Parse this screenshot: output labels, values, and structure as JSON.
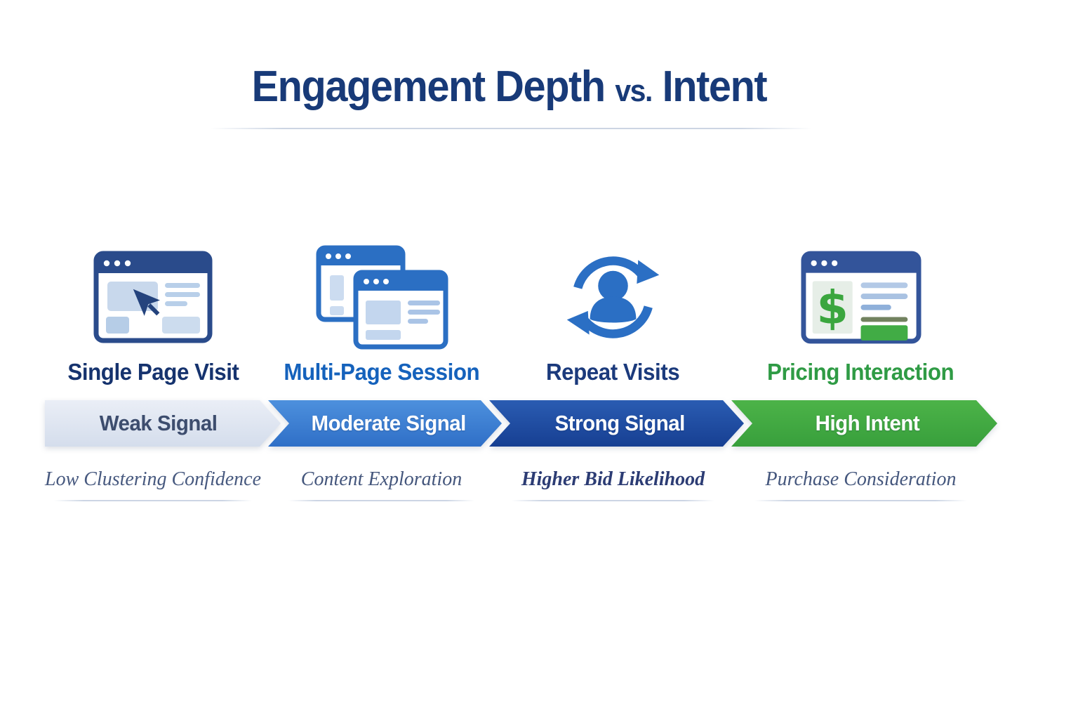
{
  "title": {
    "lead": "Engagement Depth",
    "vs": "vs.",
    "tail": "Intent"
  },
  "colors": {
    "background": "#ffffff",
    "title_text": "#183a78",
    "divider": "#ccd5e3",
    "underline": "#ccd5e4"
  },
  "stages": [
    {
      "icon": "single-page-browser-icon",
      "label": "Single Page Visit",
      "label_color": "#16336e",
      "signal": "Weak Signal",
      "signal_text": "#3d4d6e",
      "bar_top": "#eaeef6",
      "bar_bottom": "#d4ddec",
      "caption": "Low Clustering Confidence",
      "caption_color": "#47597f",
      "caption_weight": "400"
    },
    {
      "icon": "multi-page-windows-icon",
      "label": "Multi-Page Session",
      "label_color": "#1562bc",
      "signal": "Moderate Signal",
      "signal_text": "#ffffff",
      "bar_top": "#4d90dd",
      "bar_bottom": "#2f6fc7",
      "caption": "Content Exploration",
      "caption_color": "#44567c",
      "caption_weight": "400"
    },
    {
      "icon": "repeat-user-cycle-icon",
      "label": "Repeat Visits",
      "label_color": "#1b3a7c",
      "signal": "Strong Signal",
      "signal_text": "#ffffff",
      "bar_top": "#2a5cb2",
      "bar_bottom": "#173f92",
      "caption": "Higher Bid Likelihood",
      "caption_color": "#2c3c74",
      "caption_weight": "700"
    },
    {
      "icon": "pricing-window-dollar-icon",
      "label": "Pricing Interaction",
      "label_color": "#2f9b45",
      "signal": "High Intent",
      "signal_text": "#ffffff",
      "bar_top": "#4cb348",
      "bar_bottom": "#389f3c",
      "caption": "Purchase Consideration",
      "caption_color": "#45577d",
      "caption_weight": "400"
    }
  ]
}
